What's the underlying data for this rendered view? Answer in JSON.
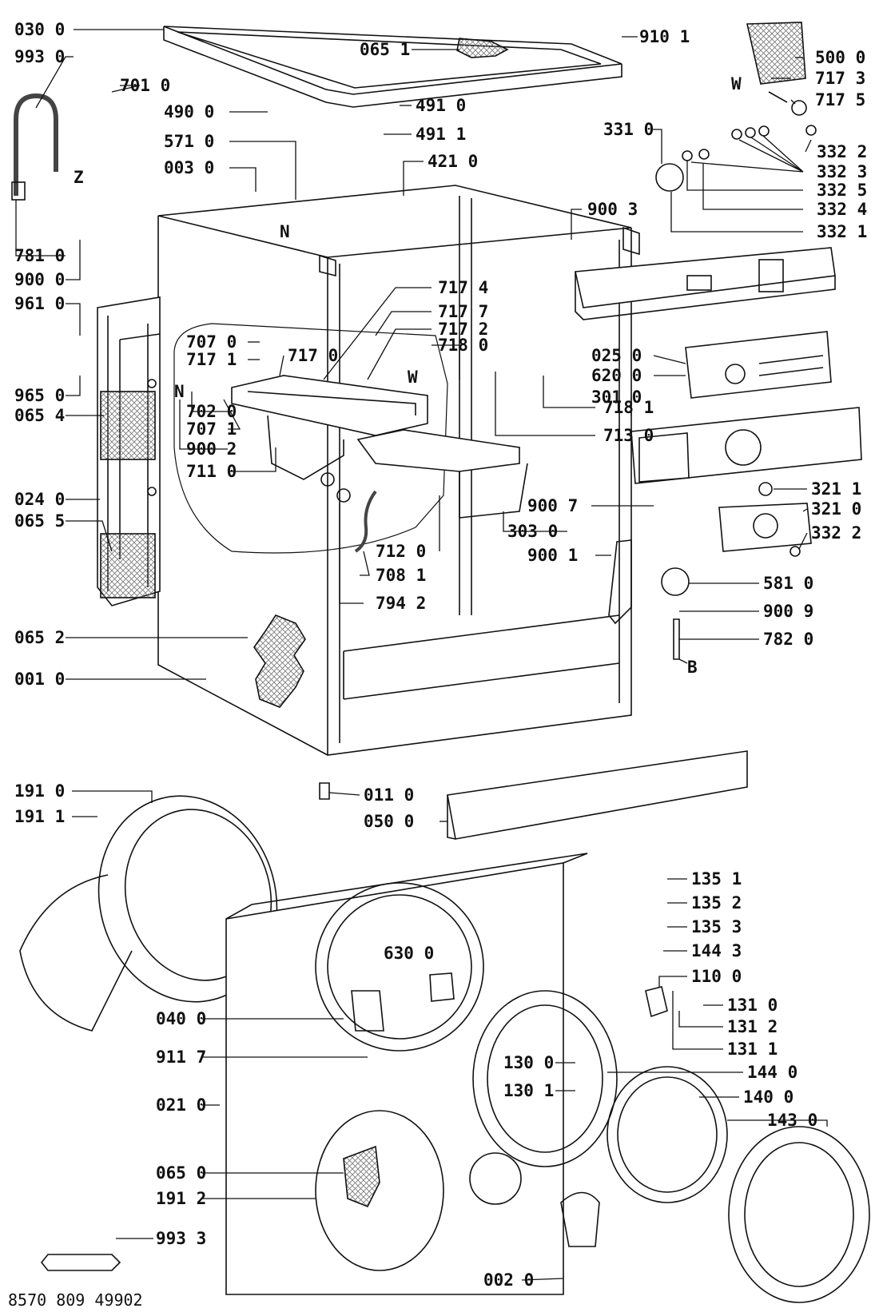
{
  "diagram_code": "8570 809 49902",
  "labels": {
    "l0300": "030 0",
    "l9930": "993 0",
    "l7010": "701 0",
    "l4900": "490 0",
    "l5710": "571 0",
    "l0030": "003 0",
    "l7810": "781 0",
    "l9000": "900 0",
    "l9610": "961 0",
    "l9650": "965 0",
    "l0654": "065 4",
    "l0240": "024 0",
    "l0655": "065 5",
    "l0652": "065 2",
    "l0010": "001 0",
    "l0651": "065 1",
    "l4910": "491 0",
    "l4911": "491 1",
    "l4210": "421 0",
    "l9101": "910 1",
    "l5000": "500 0",
    "l7173": "717 3",
    "l7175": "717 5",
    "l3310": "331 0",
    "l3322a": "332 2",
    "l3323": "332 3",
    "l3325": "332 5",
    "l3324": "332 4",
    "l3321": "332 1",
    "l9003": "900 3",
    "l7174": "717 4",
    "l7177": "717 7",
    "l7172": "717 2",
    "l7180": "718 0",
    "l7070": "707 0",
    "l7171": "717 1",
    "l7170": "717 0",
    "l7020": "702 0",
    "l7071": "707 1",
    "l9002": "900 2",
    "l7110": "711 0",
    "l7181": "718 1",
    "l7130": "713 0",
    "l0250": "025 0",
    "l6200": "620 0",
    "l3010": "301 0",
    "l3211": "321 1",
    "l3210": "321 0",
    "l3322b": "332 2",
    "l9007": "900 7",
    "l3030": "303 0",
    "l7120": "712 0",
    "l7081": "708 1",
    "l7942": "794 2",
    "l9001": "900 1",
    "l5810": "581 0",
    "l9009": "900 9",
    "l7820": "782 0",
    "l1910": "191 0",
    "l1911": "191 1",
    "l0110": "011 0",
    "l0500": "050 0",
    "l1351": "135 1",
    "l1352": "135 2",
    "l1353": "135 3",
    "l1443": "144 3",
    "l1100": "110 0",
    "l1310": "131 0",
    "l1312": "131 2",
    "l1311": "131 1",
    "l6300": "630 0",
    "l0400": "040 0",
    "l9117": "911 7",
    "l1300": "130 0",
    "l1301": "130 1",
    "l1440": "144 0",
    "l1400": "140 0",
    "l1430": "143 0",
    "l0210": "021 0",
    "l0650": "065 0",
    "l1912": "191 2",
    "l9933": "993 3",
    "l0020": "002 0"
  },
  "markers": {
    "z": "Z",
    "n1": "N",
    "w1": "W",
    "n2": "N",
    "w2": "W",
    "b": "B"
  },
  "colors": {
    "ink": "#111111",
    "hatch": "#888888",
    "panel": "#f4f4f4"
  }
}
